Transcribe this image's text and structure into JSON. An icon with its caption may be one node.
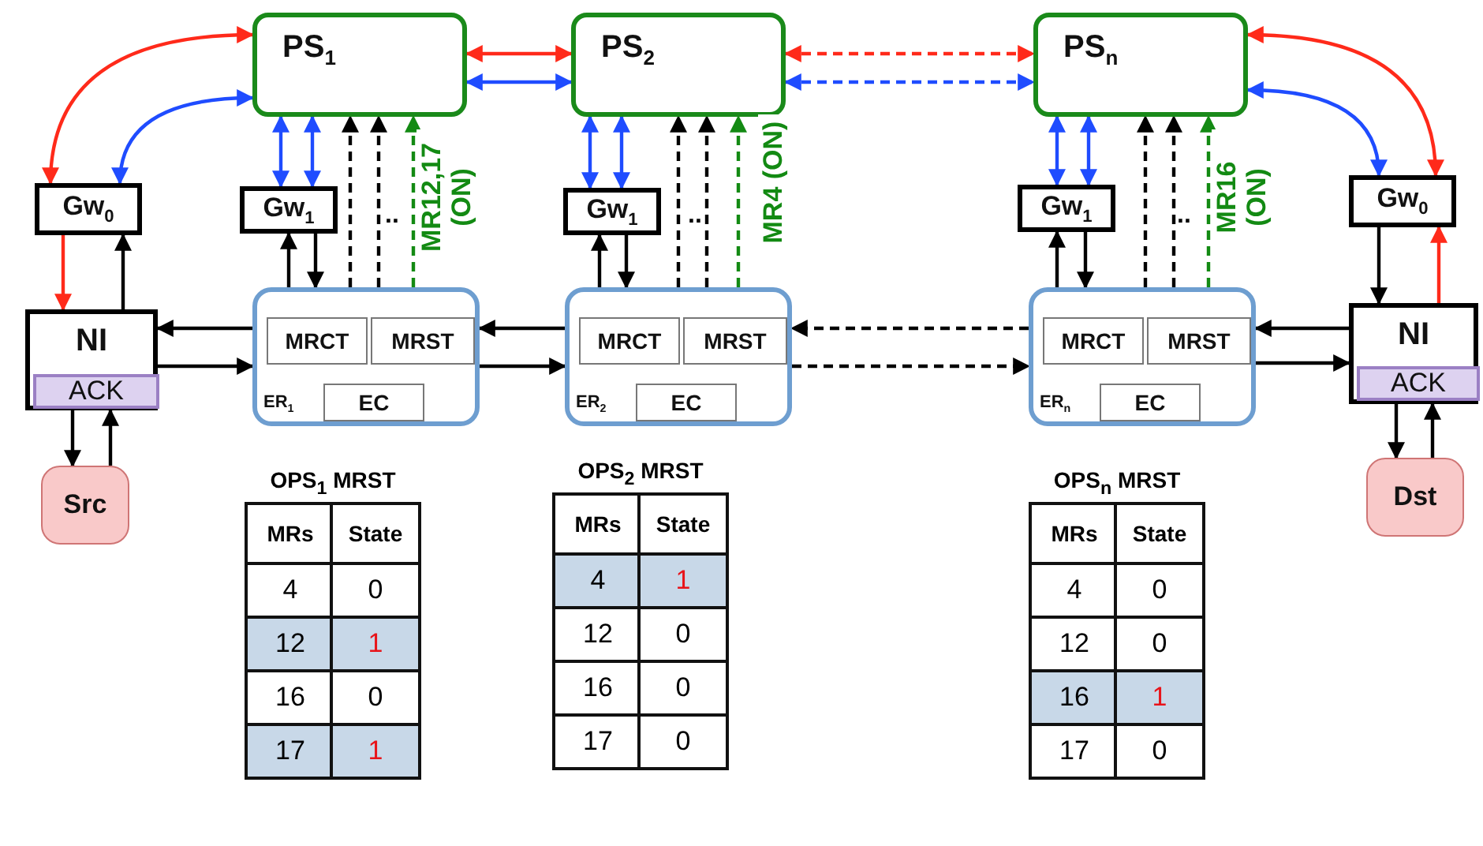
{
  "diagram": {
    "nodes": [
      {
        "text": [
          "PS$_{1}$"
        ]
      },
      {
        "text": [
          "PS$_{2}$"
        ]
      },
      {
        "text": [
          "PS$_{n}$"
        ]
      },
      {
        "text": [
          "Gw$_{0}$"
        ]
      },
      {
        "text": [
          "Gw$_{1}$"
        ]
      },
      {
        "text": [
          "Gw$_{1}$"
        ]
      },
      {
        "text": [
          "Gw$_{1}$"
        ]
      },
      {
        "text": [
          "Gw$_{0}$"
        ]
      },
      {
        "text": [
          "NI"
        ]
      },
      {
        "text": [
          "ACK"
        ],
        "in": 8
      },
      {
        "text": [
          "ER$_{1}$"
        ]
      },
      {
        "text": [
          "MRCT"
        ],
        "in": 10
      },
      {
        "text": [
          "MRST"
        ],
        "in": 10
      },
      {
        "text": [
          "EC"
        ],
        "in": 10
      },
      {
        "text": [
          "ER$_{2}$"
        ]
      },
      {
        "text": [
          "MRCT"
        ],
        "in": 14
      },
      {
        "text": [
          "MRST"
        ],
        "in": 14
      },
      {
        "text": [
          "EC"
        ],
        "in": 14
      },
      {
        "text": [
          "ER$_{n}$"
        ]
      },
      {
        "text": [
          "MRCT"
        ],
        "in": 18
      },
      {
        "text": [
          "MRST"
        ],
        "in": 18
      },
      {
        "text": [
          "EC"
        ],
        "in": 18
      },
      {
        "text": [
          "NI"
        ]
      },
      {
        "text": [
          "ACK"
        ],
        "in": 22
      },
      {
        "text": [
          "Src"
        ]
      },
      {
        "text": [
          "Dst"
        ]
      }
    ],
    "edges": [
      {
        "from": 0,
        "to": 1,
        "arrow": "both",
        "color": "#ff2a1a"
      },
      {
        "from": 0,
        "to": 1,
        "arrow": "both",
        "color": "#1f4cff"
      },
      {
        "from": 1,
        "to": 2,
        "arrow": "both",
        "style": "dashed",
        "color": "#ff2a1a"
      },
      {
        "from": 1,
        "to": 2,
        "arrow": "both",
        "style": "dashed",
        "color": "#1f4cff"
      },
      {
        "from": 3,
        "to": 0,
        "arrow": "both",
        "color": "#ff2a1a"
      },
      {
        "from": 3,
        "to": 0,
        "arrow": "both",
        "color": "#1f4cff"
      },
      {
        "from": 7,
        "to": 2,
        "arrow": "both",
        "color": "#ff2a1a"
      },
      {
        "from": 7,
        "to": 2,
        "arrow": "both",
        "color": "#1f4cff"
      },
      {
        "from": 4,
        "to": 0,
        "arrow": "both",
        "color": "#1f4cff"
      },
      {
        "from": 4,
        "to": 0,
        "arrow": "both",
        "color": "#1f4cff"
      },
      {
        "from": 10,
        "to": 0,
        "arrow": "to",
        "style": "dashed"
      },
      {
        "from": 10,
        "to": 0,
        "arrow": "to",
        "style": "dashed",
        "color": "#138a13",
        "label": "MR12,17 (ON)"
      },
      {
        "from": 10,
        "to": 0,
        "arrow": "to",
        "style": "dashed"
      },
      {
        "from": 5,
        "to": 1,
        "arrow": "both",
        "color": "#1f4cff"
      },
      {
        "from": 5,
        "to": 1,
        "arrow": "both",
        "color": "#1f4cff"
      },
      {
        "from": 14,
        "to": 1,
        "arrow": "to",
        "style": "dashed",
        "color": "#138a13",
        "label": "MR4 (ON)"
      },
      {
        "from": 14,
        "to": 1,
        "arrow": "to",
        "style": "dashed"
      },
      {
        "from": 14,
        "to": 1,
        "arrow": "to",
        "style": "dashed"
      },
      {
        "from": 6,
        "to": 2,
        "arrow": "both",
        "color": "#1f4cff"
      },
      {
        "from": 6,
        "to": 2,
        "arrow": "both",
        "color": "#1f4cff"
      },
      {
        "from": 18,
        "to": 2,
        "arrow": "to",
        "style": "dashed"
      },
      {
        "from": 18,
        "to": 2,
        "arrow": "to",
        "style": "dashed"
      },
      {
        "from": 18,
        "to": 2,
        "arrow": "to",
        "style": "dashed",
        "color": "#138a13",
        "label": "MR16 (ON)"
      },
      {
        "from": 10,
        "to": 4,
        "arrow": "to"
      },
      {
        "from": 4,
        "to": 10,
        "arrow": "to"
      },
      {
        "from": 14,
        "to": 5,
        "arrow": "to"
      },
      {
        "from": 5,
        "to": 14,
        "arrow": "to"
      },
      {
        "from": 18,
        "to": 6,
        "arrow": "to"
      },
      {
        "from": 6,
        "to": 18,
        "arrow": "to"
      },
      {
        "from": 3,
        "to": 8,
        "arrow": "to",
        "color": "#ff2a1a"
      },
      {
        "from": 8,
        "to": 3,
        "arrow": "to"
      },
      {
        "from": 10,
        "to": 8,
        "arrow": "to"
      },
      {
        "from": 8,
        "to": 10,
        "arrow": "to"
      },
      {
        "from": 14,
        "to": 10,
        "arrow": "to"
      },
      {
        "from": 10,
        "to": 14,
        "arrow": "to"
      },
      {
        "from": 18,
        "to": 14,
        "arrow": "to",
        "style": "dashed"
      },
      {
        "from": 14,
        "to": 18,
        "arrow": "to",
        "style": "dashed"
      },
      {
        "from": 22,
        "to": 18,
        "arrow": "to"
      },
      {
        "from": 18,
        "to": 22,
        "arrow": "to"
      },
      {
        "from": 7,
        "to": 22,
        "arrow": "to"
      },
      {
        "from": 22,
        "to": 7,
        "arrow": "to",
        "color": "#ff2a1a"
      },
      {
        "from": 8,
        "to": 24,
        "arrow": "to"
      },
      {
        "from": 24,
        "to": 8,
        "arrow": "to"
      },
      {
        "from": 22,
        "to": 25,
        "arrow": "to"
      },
      {
        "from": 25,
        "to": 22,
        "arrow": "to"
      }
    ],
    "labels": [
      "..",
      "..",
      "..",
      "OPS$_{1}$ MRST",
      "MRs",
      "State",
      "4",
      "0",
      "12",
      "1",
      "16",
      "0",
      "17",
      "1",
      "OPS$_{2}$ MRST",
      "MRs",
      "State",
      "4",
      "1",
      "12",
      "0",
      "16",
      "0",
      "17",
      "0",
      "OPS$_{n}$ MRST",
      "MRs",
      "State",
      "4",
      "0",
      "12",
      "0",
      "16",
      "1",
      "17",
      "0"
    ]
  }
}
